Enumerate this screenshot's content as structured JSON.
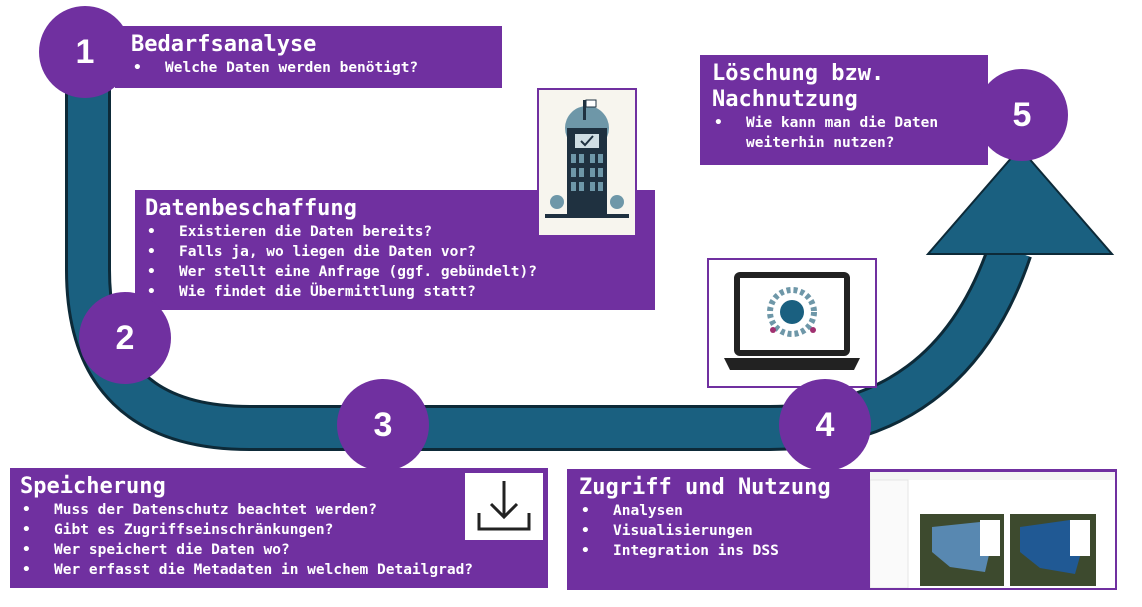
{
  "colors": {
    "purple": "#7030a0",
    "teal": "#1a6080"
  },
  "steps": [
    {
      "number": "1",
      "title": "Bedarfsanalyse",
      "bullets": [
        "Welche Daten werden benötigt?"
      ]
    },
    {
      "number": "2",
      "title": "Datenbeschaffung",
      "bullets": [
        "Existieren die Daten bereits?",
        "Falls ja, wo liegen die Daten vor?",
        "Wer stellt eine Anfrage (ggf. gebündelt)?",
        "Wie findet die Übermittlung statt?"
      ]
    },
    {
      "number": "3",
      "title": "Speicherung",
      "bullets": [
        "Muss der Datenschutz beachtet werden?",
        "Gibt es Zugriffseinschränkungen?",
        "Wer speichert die Daten wo?",
        "Wer erfasst die Metadaten in welchem Detailgrad?"
      ]
    },
    {
      "number": "4",
      "title": "Zugriff und Nutzung",
      "bullets": [
        "Analysen",
        "Visualisierungen",
        "Integration ins DSS"
      ]
    },
    {
      "number": "5",
      "title": "Löschung bzw. Nachnutzung",
      "bullets": [
        "Wie kann man die Daten weiterhin nutzen?"
      ]
    }
  ],
  "icons": [
    "building-icon",
    "laptop-brain-icon",
    "download-icon",
    "dashboard-screenshot"
  ]
}
